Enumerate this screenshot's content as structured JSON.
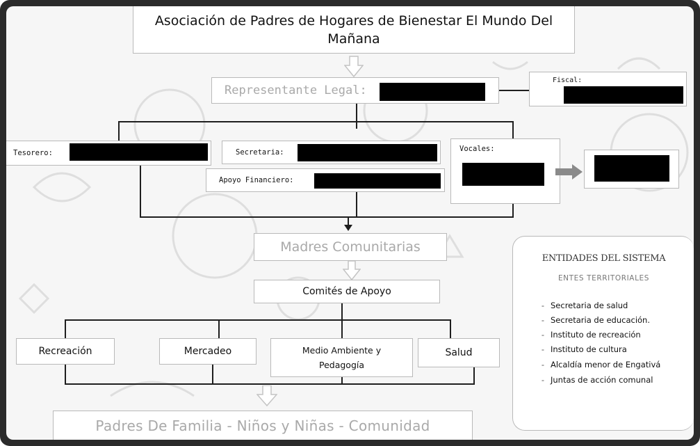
{
  "title": "Asociación de Padres de Hogares de Bienestar  El Mundo Del Mañana",
  "title_line1": "Asociación de Padres de Hogares de Bienestar  El Mundo Del",
  "title_line2": "Mañana",
  "representante_legal": "Representante Legal:",
  "fiscal": "Fiscal:",
  "tesorero": "Tesorero:",
  "secretaria": "Secretaria:",
  "apoyo_financiero": "Apoyo Financiero:",
  "vocales": "Vocales:",
  "madres_comunitarias": "Madres Comunitarias",
  "comites_de_apoyo": "Comités de Apoyo",
  "committees": {
    "recreacion": "Recreación",
    "mercadeo": "Mercadeo",
    "medio_ambiente_line1": "Medio Ambiente y",
    "medio_ambiente_line2": "Pedagogía",
    "salud": "Salud"
  },
  "base": "Padres De Familia - Niños y Niñas - Comunidad",
  "entidades": {
    "title": "ENTIDADES DEL SISTEMA",
    "subtitle": "ENTES TERRITORIALES",
    "items": [
      "Secretaria de salud",
      "Secretaria de educación.",
      "Instituto de recreación",
      "Instituto de cultura",
      "Alcaldía menor de Engativá",
      "Juntas de acción comunal"
    ]
  },
  "colors": {
    "frame": "#2b2b2b",
    "background": "#f6f6f6",
    "box_border": "#b9b9b9",
    "connector": "#1e1e1e",
    "gray_text": "#a9a9a9",
    "redaction": "#000000"
  },
  "icons": [
    "hollow-down-arrow-icon",
    "right-arrow-icon",
    "gray-block-arrow-icon",
    "down-arrow-icon",
    "children-doodle-background"
  ]
}
